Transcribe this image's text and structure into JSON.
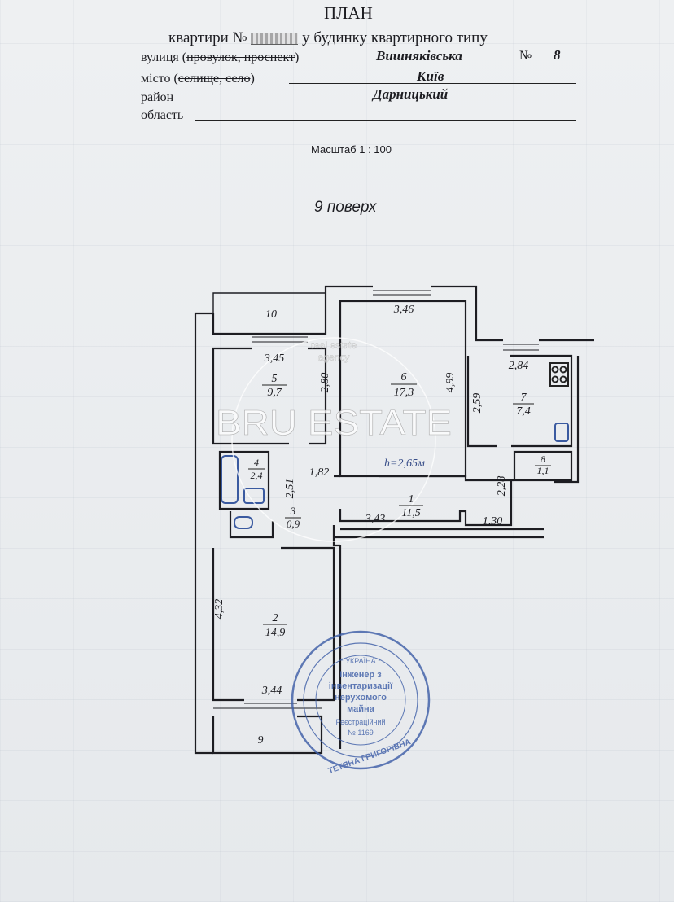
{
  "header": {
    "title": "ПЛАН",
    "subtitle_prefix": "квартири №",
    "subtitle_suffix": "у будинку  квартирного  типу",
    "street_label": "вулиця (",
    "street_label_struck": "провулок, проспект",
    "street_label_end": ")",
    "street_value": "Вишняківська",
    "number_label": "№",
    "number_value": "8",
    "city_label": "місто (",
    "city_label_struck": "селище, село",
    "city_label_end": ")",
    "city_value": "Київ",
    "district_label": "район",
    "district_value": "Дарницький",
    "region_label": "область",
    "scale": "Масштаб   1 : 100",
    "floor": "9  поверх"
  },
  "rooms": [
    {
      "number": "1",
      "area": "11,5"
    },
    {
      "number": "2",
      "area": "14,9"
    },
    {
      "number": "3",
      "area": "0,9"
    },
    {
      "number": "4",
      "area": "2,4"
    },
    {
      "number": "5",
      "area": "9,7"
    },
    {
      "number": "6",
      "area": "17,3"
    },
    {
      "number": "7",
      "area": "7,4"
    },
    {
      "number": "8",
      "area": "1,1"
    },
    {
      "number": "9"
    },
    {
      "number": "10"
    }
  ],
  "dimensions": {
    "r6_width": "3,46",
    "r6_length": "4,99",
    "r5_width": "3,45",
    "r5_length": "2,80",
    "r7_width": "2,84",
    "r7_length": "2,59",
    "corridor_a": "1,82",
    "corridor_b": "2,51",
    "corridor_c": "3,43",
    "corridor_d": "1,30",
    "corridor_e": "2,28",
    "r2_length": "4,32",
    "r2_width": "3,44",
    "ceiling_height": "h=2,65м"
  },
  "watermark": {
    "brand": "BRU ESTATE",
    "tagline_1": "real estate",
    "tagline_2": "agency"
  },
  "stamp": {
    "center_1": "* УКРАЇНА *",
    "center_2": "Інженер з",
    "center_3": "інвентаризації",
    "center_4": "нерухомого",
    "center_5": "майна",
    "center_6": "Реєстраційний",
    "center_7": "№ 1169",
    "ring": "ТЕТЯНА ГРИГОРІВНА"
  },
  "colors": {
    "ink": "#1d1d22",
    "stamp": "#3f5fa8",
    "fixture": "#3a5aa0"
  }
}
